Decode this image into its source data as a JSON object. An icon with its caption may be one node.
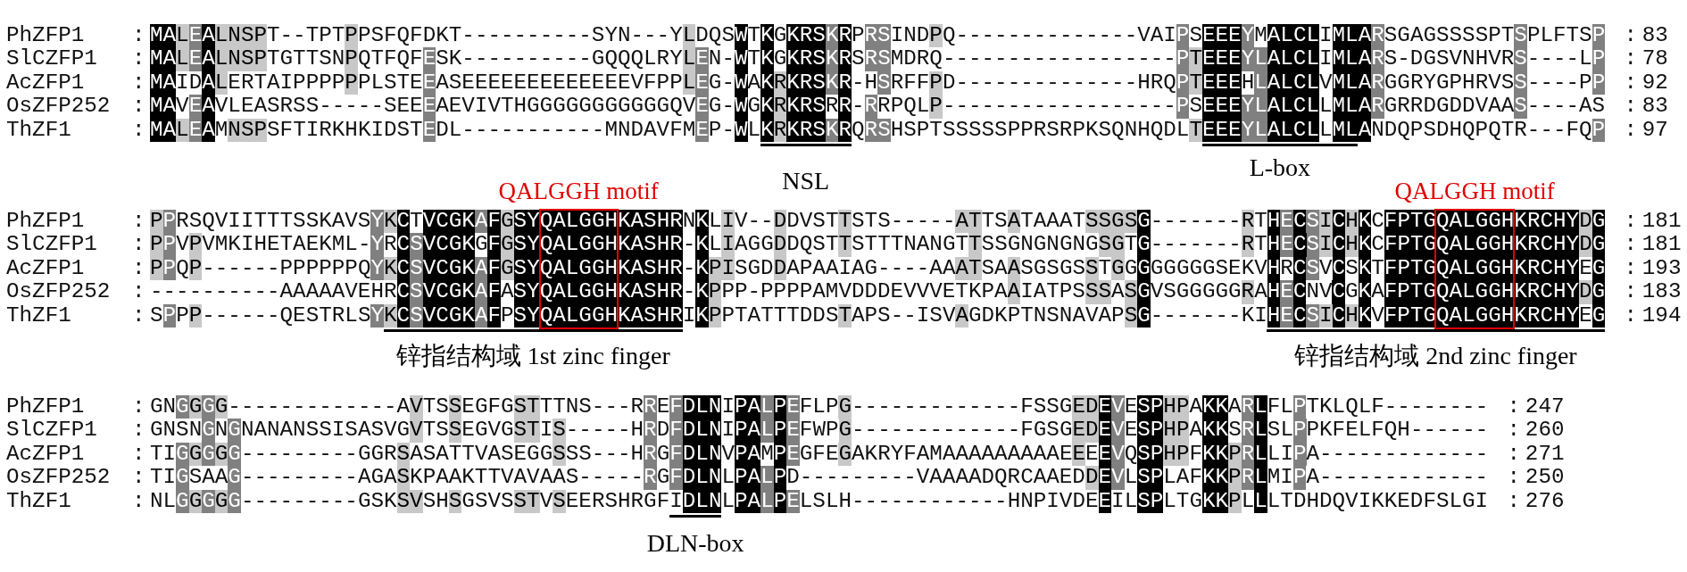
{
  "diagram": {
    "labels": [
      "PhZFP1",
      ":",
      "MALEALNSPT--TPTPPSFQFDKT----------SYN---YLDQSWTKGKRSKRPRSINDPQ--------------VAIPSEEEYMALCLIMLARSGAGSSSSPTSPLFTSP",
      ":",
      "83",
      "SlCZFP1",
      ":",
      "MALEALNSPTGTTSNPQTFQFESK----------GQQQLRYLEN-WTKGKRSKRSRSMDRQ------------------PTEEEYLALCLIMLARS-DGSVNHVRS----LP",
      ":",
      "78",
      "AcZFP1",
      ":",
      "MAIDALERTAIPPPPPPLSTEEASEEEEEEEEEEEEEVFPPLEG-WAKRKRSKR-HSRFFPD--------------HRQPTEEEHLALCLVMLARGGRYGPHRVSS----PP",
      ":",
      "92",
      "OsZFP252",
      ":",
      "MAVEAVLEASRSS-----SEEEAEVIVTHGGGGGGGGGGGQVEG-WGKRKRSRR-RRPQLP------------------PSEEEYLALCLLMLARGRRDGDDVAAS----AS",
      ":",
      "83",
      "ThZF1",
      ":",
      "MALEAMNSPSFTIRKHKIDSTEDL-----------MNDAVFMEP-WLKRKRSKRQRSHSPTSSSSSPPRSRPKSQNHQDLTEEEYLALCLLMLANDQPSDHQPQTR---FQP",
      ":",
      "97",
      "NSL",
      "L-box",
      "QALGGH motif",
      "QALGGH motif",
      "PhZFP1",
      ":",
      "PPRSQVIITTTSSKAVSYKCTVCGKAFGSYQALGGHKASHRNKLIV--DDVSTTSTS-----ATTSATAAATSSGSG-------RTHECSICHKCFPTGQALGGHKRCHYDG",
      ":",
      "181",
      "SlCZFP1",
      ":",
      "PPVPVMKIHETAEKML-YRCSVCGKGFGSYQALGGHKASHR-KLIAGGDDQSTTSTTTNANGTTSSGNGNGNGSGTG-------RTHECSICHKCFPTGQALGGHKRCHYDG",
      ":",
      "181",
      "AcZFP1",
      ":",
      "PPQP------PPPPPPQYKCSVCGKAFGSYQALGGHKASHR-KPISGDDAPAAIAG----AAATSAASGSGSSTGGGGGGGGSEKVHRCSVCSKTFPTGQALGGHKRCHYEG",
      ":",
      "193",
      "OsZFP252",
      ":",
      "----------AAAAAVEHRCSVCGKAFASYQALGGHKASHR-KPPP-PPPPAMVDDDEVVVETKPAAIATPSSSASGVSGGGGGRAHECNVCGKAFPTGQALGGHKRCHYDG",
      ":",
      "183",
      "ThZF1",
      ":",
      "SPPP------QESTRLSYKCSVCGKAFPSYQALGGHKASHRIKPPTATTTDDSTAPS--ISVAGDKPTNSNAVAPSG-------KIHECSICHKVFPTGQALGGHKRCHYEG",
      ":",
      "194",
      "锌指结构域 1st zinc finger",
      "锌指结构域 2nd zinc finger",
      "PhZFP1",
      ":",
      "GNGGGG-------------AVTSSEGFGSTTTNS---RREFDLNIPALPEFLPG-------------FSSGEDEVESPHPAKKARLFLPTKLQLF--------",
      ":",
      "247",
      "SlCZFP1",
      ":",
      "GNSNGNGNANANSSISASVGVTSSEGVGSTIS-----HRDFDLNIPALPEFWPG-------------FGSGEDEVESPHPAKKSRLSLPPKFELFQH------",
      ":",
      "260",
      "AcZFP1",
      ":",
      "TIGGGGG---------GGRSASATTVASEGGSSS---HRGFDLNVPAMPEGFEGAKRYFAMAAAAAAAAAEEEEVQSPHPFKKPRLLIPA-------------",
      ":",
      "271",
      "OsZFP252",
      ":",
      "TIGSAAG---------AGASKPAAKTTVAVAAS-----RGFDLNLPALPD---------VAAAADQRCAAEDDEVLSPLAFKKPRLMIPA-------------",
      ":",
      "250",
      "ThZF1",
      ":",
      "NLGGGGG---------GSKSVSHSGSVSSTVSEERSHRGFIDLNLPALPELSLH------------HNPIVDEEILSPLTGKKPLLLTDHDQVIKKEDFSLGI",
      ":",
      "276",
      "DLN-box"
    ]
  }
}
